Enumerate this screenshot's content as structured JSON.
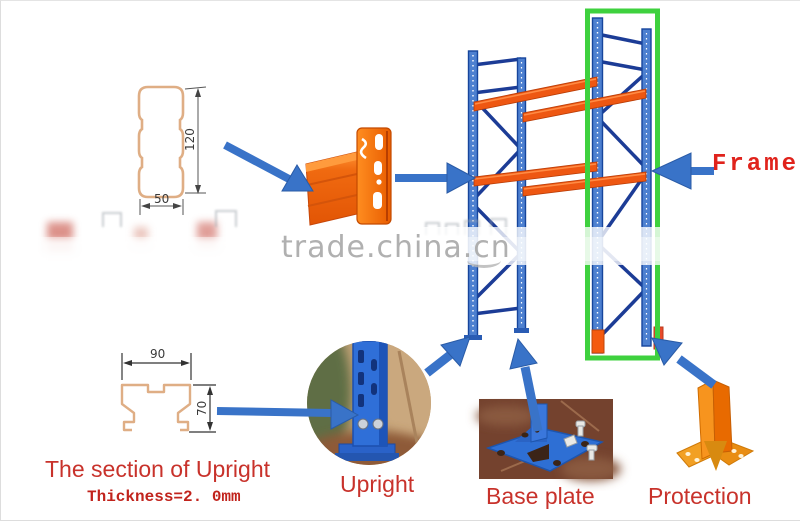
{
  "diagram": {
    "watermark": "trade.china.cn",
    "callouts": {
      "frame": "Frame",
      "upright": "Upright",
      "base_plate": "Base plate",
      "protection": "Protection"
    },
    "section_note": {
      "title": "The section of Upright",
      "thickness": "Thickness=2. 0mm"
    },
    "beam_section": {
      "height_mm": "120",
      "width_mm": "50"
    },
    "upright_section": {
      "width_mm": "90",
      "height_mm": "70"
    }
  },
  "colors": {
    "arrow_blue": "#3973c8",
    "rack_upright_blue": "#4d80d0",
    "brace_blue": "#1c3c96",
    "beam_orange": "#ee5712",
    "highlight_green": "#3ed13e",
    "label_red": "#c8322b",
    "watermark_gray": "#acacac",
    "section_outline_tan": "#dfae85"
  }
}
